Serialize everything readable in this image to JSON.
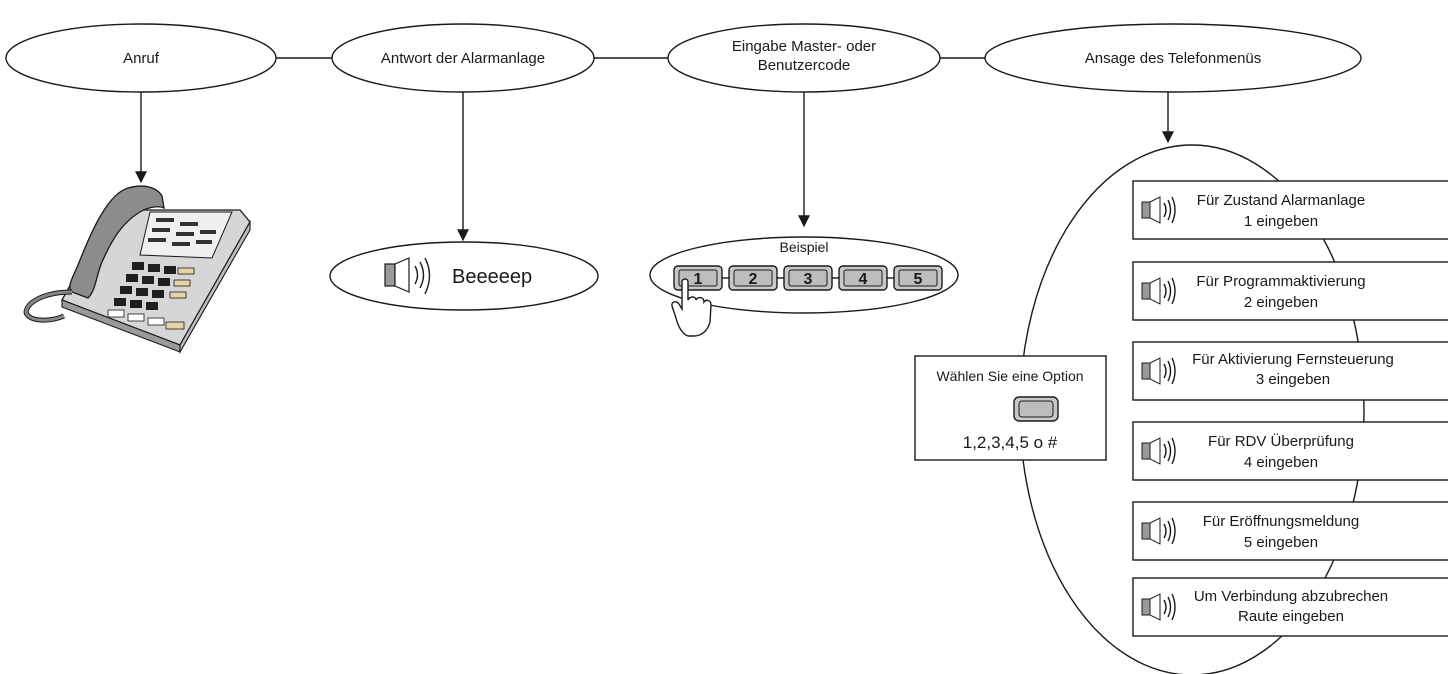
{
  "flow": {
    "step1": "Anruf",
    "step2": "Antwort der Alarmanlage",
    "step3_line1": "Eingabe Master- oder",
    "step3_line2": "Benutzercode",
    "step4": "Ansage des Telefonmenüs"
  },
  "beep": "Beeeeep",
  "example": {
    "label": "Beispiel",
    "keys": [
      "1",
      "2",
      "3",
      "4",
      "5"
    ]
  },
  "option_box": {
    "title": "Wählen Sie eine Option",
    "choices": "1,2,3,4,5 o #"
  },
  "menu": [
    {
      "line1": "Für Zustand Alarmanlage",
      "line2": "1 eingeben"
    },
    {
      "line1": "Für Programmaktivierung",
      "line2": "2 eingeben"
    },
    {
      "line1": "Für Aktivierung Fernsteuerung",
      "line2": "3 eingeben"
    },
    {
      "line1": "Für RDV Überprüfung",
      "line2": "4 eingeben"
    },
    {
      "line1": "Für Eröffnungsmeldung",
      "line2": "5 eingeben"
    },
    {
      "line1": "Um Verbindung abzubrechen",
      "line2": "Raute eingeben"
    }
  ],
  "icons": {
    "speaker": "speaker-icon",
    "phone": "telephone-icon",
    "finger": "pointing-hand-icon",
    "button": "key-button-icon"
  }
}
